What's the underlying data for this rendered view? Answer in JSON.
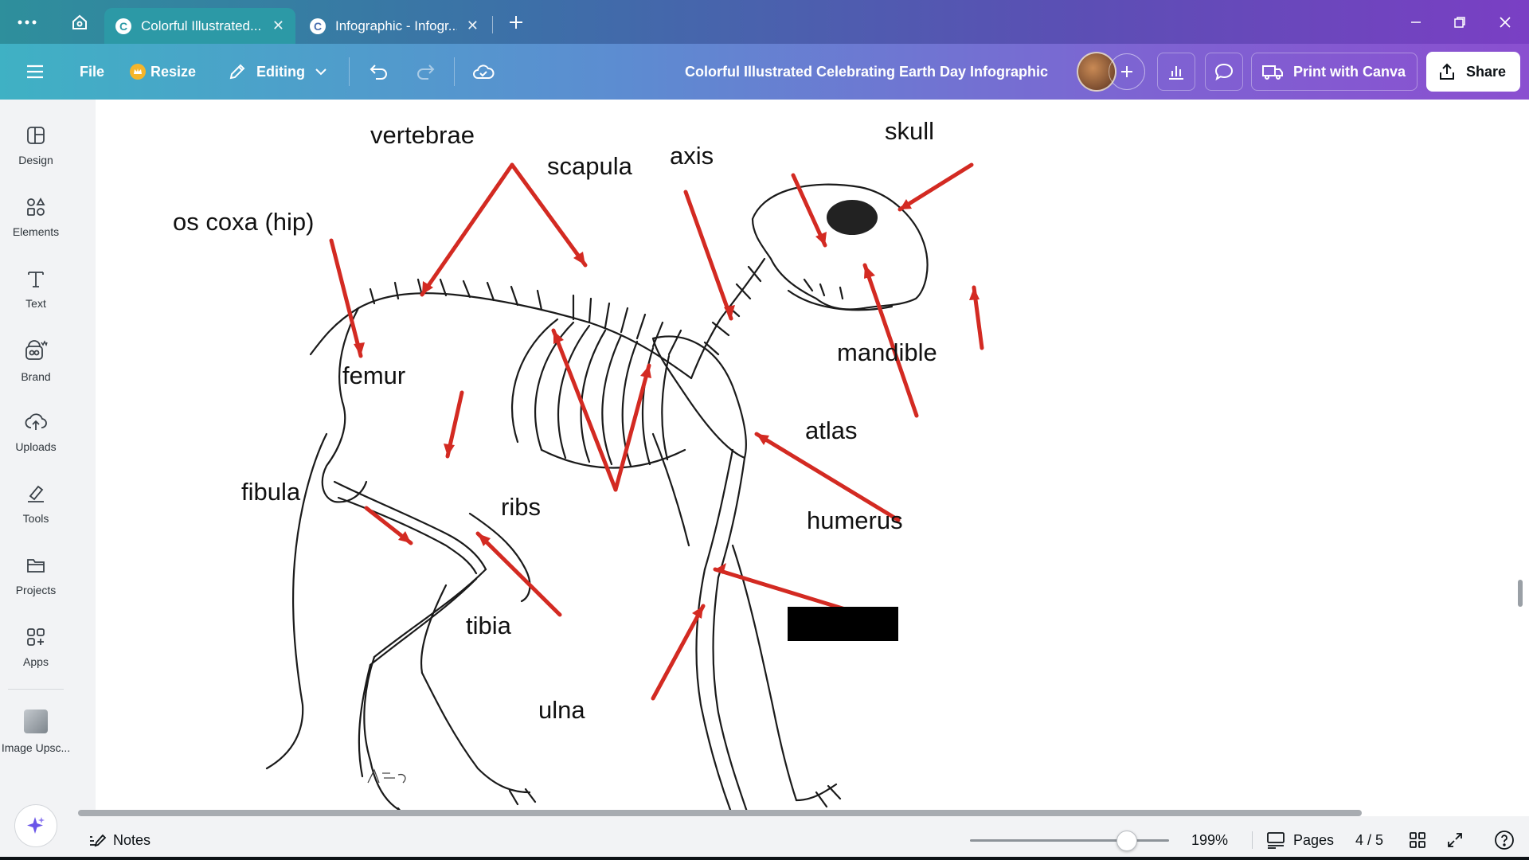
{
  "tabs": [
    {
      "label": "Colorful Illustrated...",
      "active": true
    },
    {
      "label": "Infographic - Infogr...",
      "active": false
    }
  ],
  "toolbar": {
    "file_label": "File",
    "resize_label": "Resize",
    "editing_label": "Editing",
    "doc_title": "Colorful Illustrated Celebrating Earth Day Infographic",
    "print_label": "Print with Canva",
    "share_label": "Share"
  },
  "sidebar": {
    "items": [
      {
        "label": "Design",
        "icon": "layout-icon"
      },
      {
        "label": "Elements",
        "icon": "shapes-icon"
      },
      {
        "label": "Text",
        "icon": "text-icon"
      },
      {
        "label": "Brand",
        "icon": "brand-icon"
      },
      {
        "label": "Uploads",
        "icon": "cloud-upload-icon"
      },
      {
        "label": "Tools",
        "icon": "pen-icon"
      },
      {
        "label": "Projects",
        "icon": "folder-icon"
      },
      {
        "label": "Apps",
        "icon": "apps-icon"
      },
      {
        "label": "Image Upsc...",
        "icon": "app-thumbnail-icon"
      }
    ]
  },
  "canvas": {
    "labels": {
      "vertebrae": "vertebrae",
      "skull": "skull",
      "scapula": "scapula",
      "axis": "axis",
      "os_coxa": "os coxa (hip)",
      "mandible": "mandible",
      "femur": "femur",
      "atlas": "atlas",
      "fibula": "fibula",
      "ribs": "ribs",
      "humerus": "humerus",
      "tibia": "tibia",
      "ulna": "ulna"
    },
    "arrow_color": "#d32a22"
  },
  "footer": {
    "notes_label": "Notes",
    "zoom": "199%",
    "pages_label": "Pages",
    "page_indicator": "4 / 5"
  },
  "colors": {
    "toolbar_gradient_start": "#3fb1c4",
    "toolbar_gradient_end": "#8a4fd0",
    "active_tab": "#2c99a6"
  }
}
